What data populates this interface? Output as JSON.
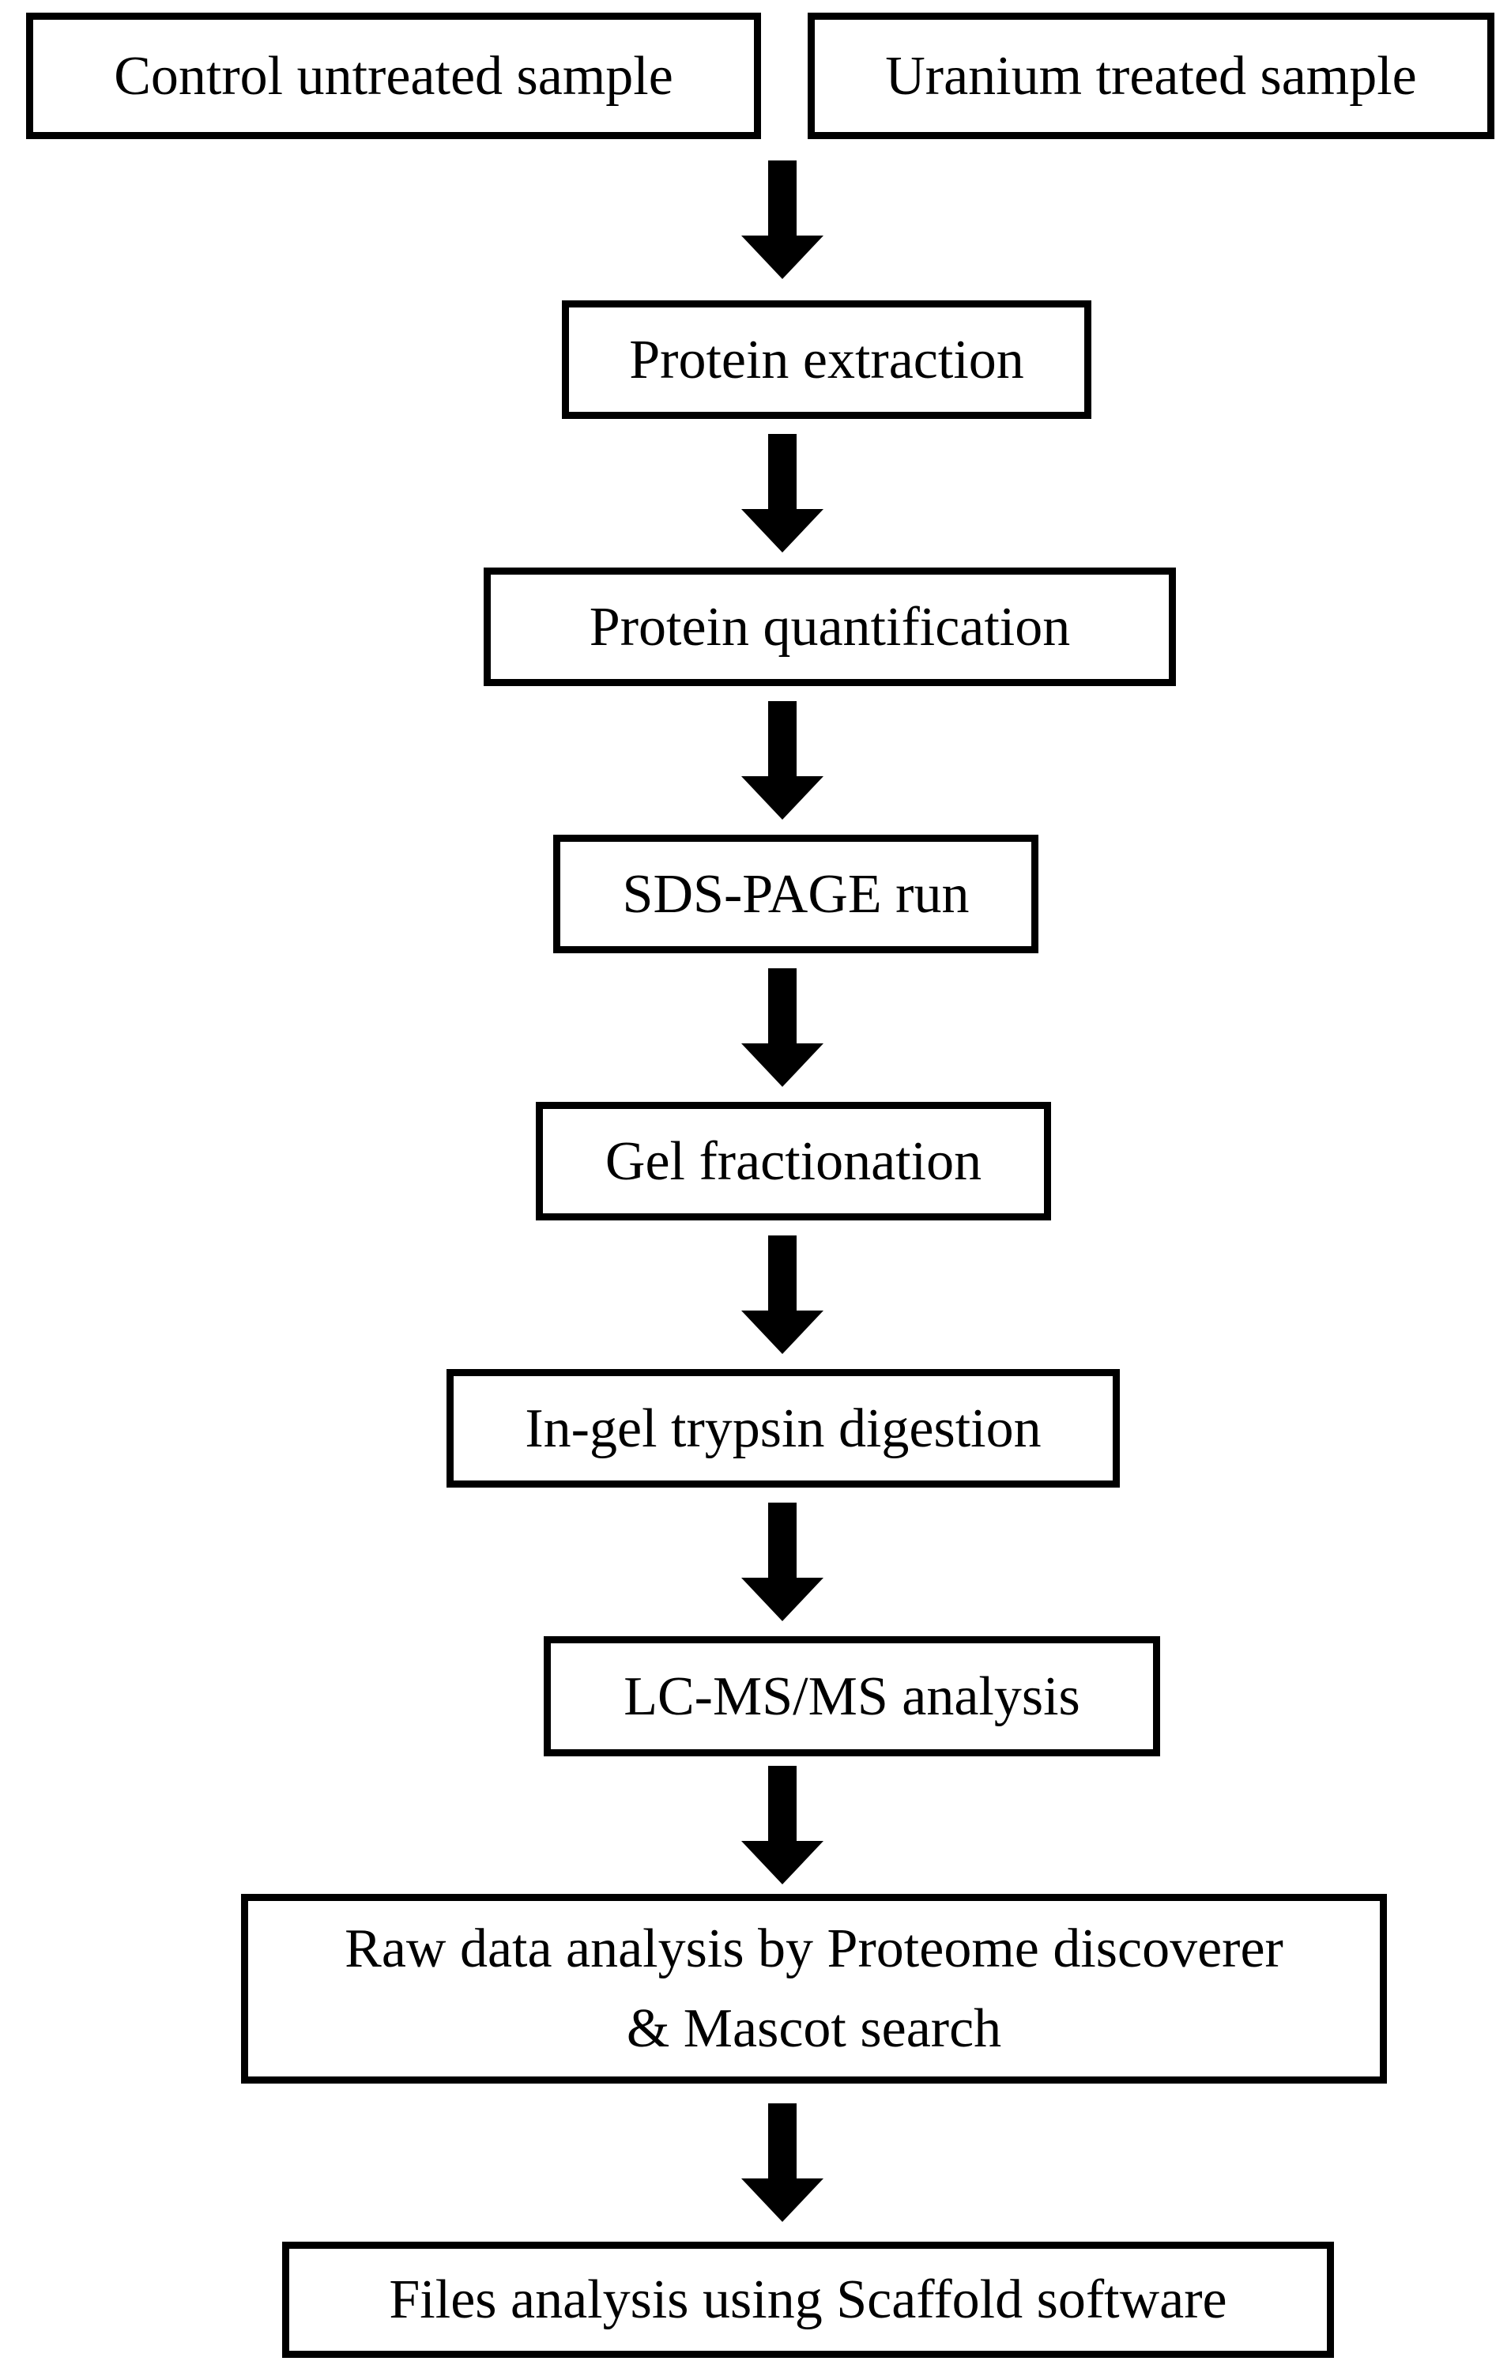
{
  "figure": {
    "type": "flowchart",
    "colors": {
      "background": "#ffffff",
      "box_border": "#000000",
      "text": "#000000",
      "arrow": "#000000"
    }
  },
  "flow": {
    "inputs": [
      {
        "label": "Control untreated sample"
      },
      {
        "label": "Uranium treated sample"
      }
    ],
    "steps": [
      {
        "label": "Protein extraction"
      },
      {
        "label": "Protein quantification"
      },
      {
        "label": "SDS-PAGE run"
      },
      {
        "label": "Gel fractionation"
      },
      {
        "label": "In-gel trypsin digestion"
      },
      {
        "label": "LC-MS/MS analysis"
      },
      {
        "lines": [
          "Raw data analysis by Proteome discoverer",
          "& Mascot search"
        ]
      },
      {
        "label": "Files analysis using Scaffold software"
      }
    ]
  }
}
